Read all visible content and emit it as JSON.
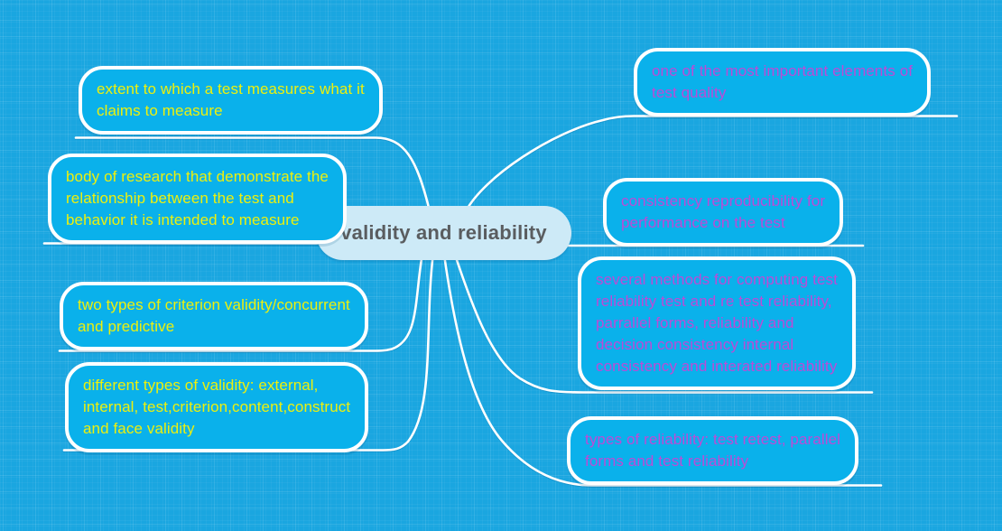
{
  "app": {
    "kind": "mind-map-canvas"
  },
  "colors": {
    "canvas_bg": "#1AA6E0",
    "node_fill": "#0AB1EB",
    "node_border": "#FFFFFF",
    "center_fill": "#CDEAF7",
    "center_text": "#5A5D60",
    "yellow_text": "#EDF00D",
    "magenta_text": "#BC4BD6",
    "connector": "#FFFFFF"
  },
  "center_node": {
    "label": "validity and reliability"
  },
  "branches": {
    "left": [
      {
        "lines": [
          "extent to which a test measures what it",
          "claims to measure"
        ],
        "text_color": "#EDF00D"
      },
      {
        "lines": [
          "body of research that demonstrate the",
          "relationship between the test and",
          "behavior it is intended to measure"
        ],
        "text_color": "#EDF00D"
      },
      {
        "lines": [
          "two types of criterion validity/concurrent",
          "and predictive"
        ],
        "text_color": "#EDF00D"
      },
      {
        "lines": [
          "different types of validity: external,",
          "internal, test,criterion,content,construct",
          "and face validity"
        ],
        "text_color": "#EDF00D"
      }
    ],
    "right": [
      {
        "lines": [
          "one of the most important elements of",
          "test quality"
        ],
        "text_color": "#BC4BD6"
      },
      {
        "lines": [
          "consistency reproducibility for",
          "performance on the test"
        ],
        "text_color": "#BC4BD6"
      },
      {
        "lines": [
          "several methods for computing test",
          "reliability test and re test reliability,",
          "parrallel forms, reliability and",
          "decision consistency internal",
          "consistency and interated reliability"
        ],
        "text_color": "#BC4BD6"
      },
      {
        "lines": [
          "types of reliability: test retest, parallel",
          "forms and test reliability"
        ],
        "text_color": "#BC4BD6"
      }
    ]
  }
}
